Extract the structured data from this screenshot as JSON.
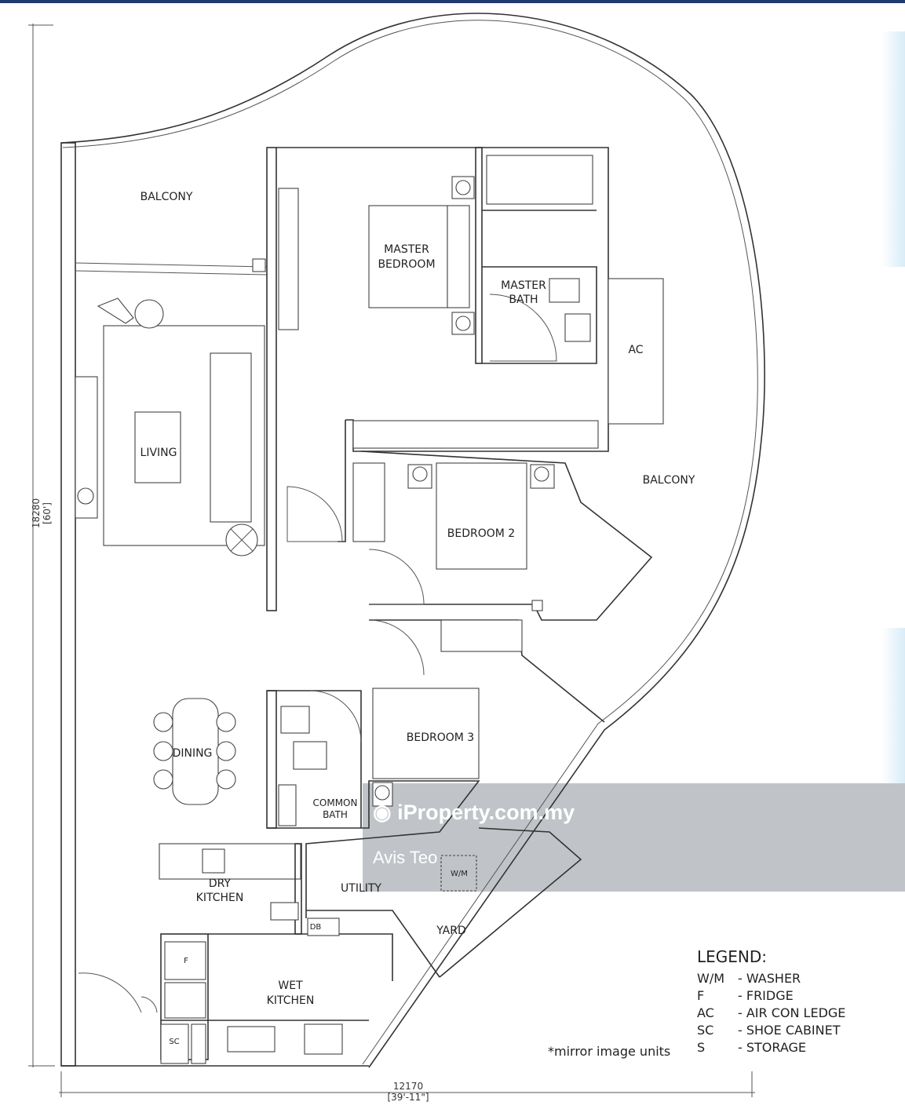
{
  "rooms": {
    "balcony_top": "BALCONY",
    "master_bedroom": [
      "MASTER",
      "BEDROOM"
    ],
    "master_bath": [
      "MASTER",
      "BATH"
    ],
    "ac": "AC",
    "living": "LIVING",
    "balcony_right": "BALCONY",
    "bedroom2": "BEDROOM 2",
    "bedroom3": "BEDROOM 3",
    "dining": "DINING",
    "common_bath": [
      "COMMON",
      "BATH"
    ],
    "utility": "UTILITY",
    "dry_kitchen": [
      "DRY",
      "KITCHEN"
    ],
    "yard": "YARD",
    "wet_kitchen": [
      "WET",
      "KITCHEN"
    ],
    "wm": "W/M",
    "db": "DB",
    "f": "F",
    "sc": "SC"
  },
  "dimensions": {
    "width_mm": "12170",
    "width_ft": "[39'-11\"]",
    "height_mm": "18280",
    "height_ft": "[60']"
  },
  "legend": {
    "title": "LEGEND:",
    "items": [
      {
        "key": "W/M",
        "desc": "- WASHER"
      },
      {
        "key": "F",
        "desc": "- FRIDGE"
      },
      {
        "key": "AC",
        "desc": "- AIR CON LEDGE"
      },
      {
        "key": "SC",
        "desc": "- SHOE CABINET"
      },
      {
        "key": "S",
        "desc": "- STORAGE"
      }
    ],
    "note": "*mirror image units"
  },
  "watermark": {
    "site": "iProperty.com.my",
    "agent": "Avis Teo"
  }
}
